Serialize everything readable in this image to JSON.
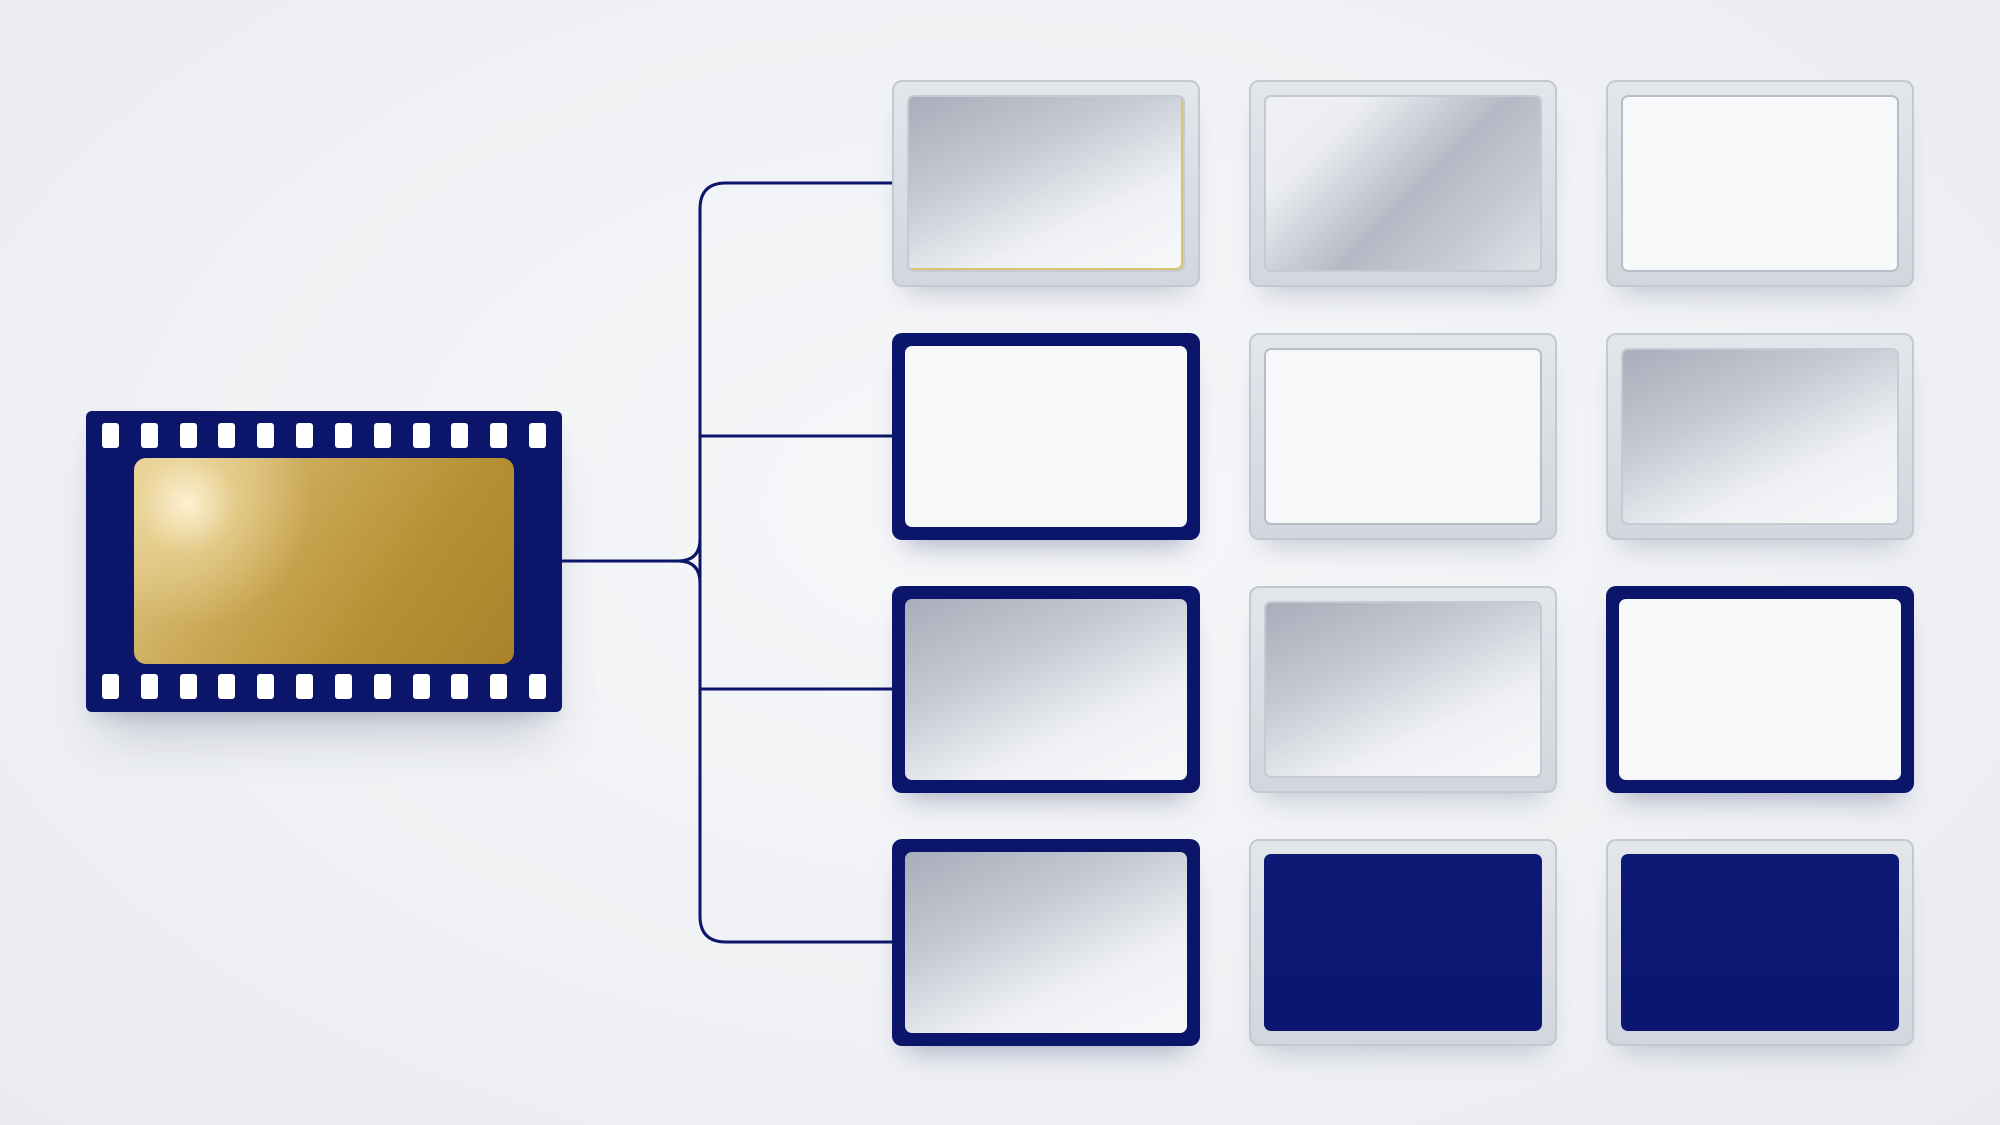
{
  "colors": {
    "film": "#0b166a",
    "connector": "#0b166a",
    "gold": "#c9a754",
    "navy": "#0b166a",
    "silver": "#d2d6de",
    "background": "#eff1f4"
  },
  "source": {
    "icon": "film-strip-icon",
    "perforations_per_row": 12
  },
  "connector": {
    "branches": 4
  },
  "grid": {
    "rows": [
      [
        {
          "frame": "silver",
          "fill": "gradient-tl",
          "accent": "gold-edge"
        },
        {
          "frame": "silver",
          "fill": "gradient-mid"
        },
        {
          "frame": "silver",
          "fill": "white"
        }
      ],
      [
        {
          "frame": "navy",
          "fill": "white"
        },
        {
          "frame": "silver",
          "fill": "white"
        },
        {
          "frame": "silver",
          "fill": "gradient-tl"
        }
      ],
      [
        {
          "frame": "navy",
          "fill": "gradient-tl"
        },
        {
          "frame": "silver",
          "fill": "gradient-tl"
        },
        {
          "frame": "navy",
          "fill": "white"
        }
      ],
      [
        {
          "frame": "navy",
          "fill": "gradient-tl"
        },
        {
          "frame": "silver",
          "fill": "navy"
        },
        {
          "frame": "silver",
          "fill": "navy"
        }
      ]
    ]
  }
}
